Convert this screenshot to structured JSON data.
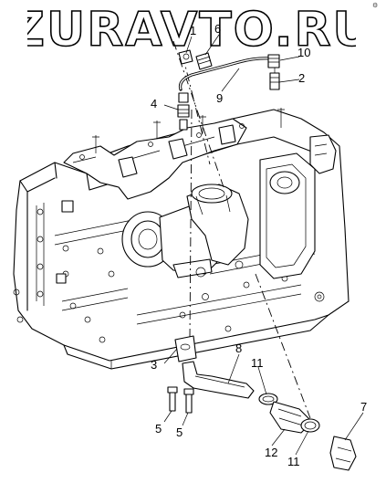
{
  "watermark": {
    "text": "ZURAVTO.RU"
  },
  "corner_mark": "⚙",
  "callouts": [
    {
      "id": "c1",
      "text": "1"
    },
    {
      "id": "c6",
      "text": "6"
    },
    {
      "id": "c10",
      "text": "10"
    },
    {
      "id": "c2",
      "text": "2"
    },
    {
      "id": "c9",
      "text": "9"
    },
    {
      "id": "c4",
      "text": "4"
    },
    {
      "id": "c8",
      "text": "8"
    },
    {
      "id": "c3",
      "text": "3"
    },
    {
      "id": "c11a",
      "text": "11"
    },
    {
      "id": "c7",
      "text": "7"
    },
    {
      "id": "c5a",
      "text": "5"
    },
    {
      "id": "c5b",
      "text": "5"
    },
    {
      "id": "c12",
      "text": "12"
    },
    {
      "id": "c11b",
      "text": "11"
    }
  ],
  "colors": {
    "ink": "#000000",
    "paper": "#ffffff",
    "watermark_fill": "#ffffff"
  }
}
